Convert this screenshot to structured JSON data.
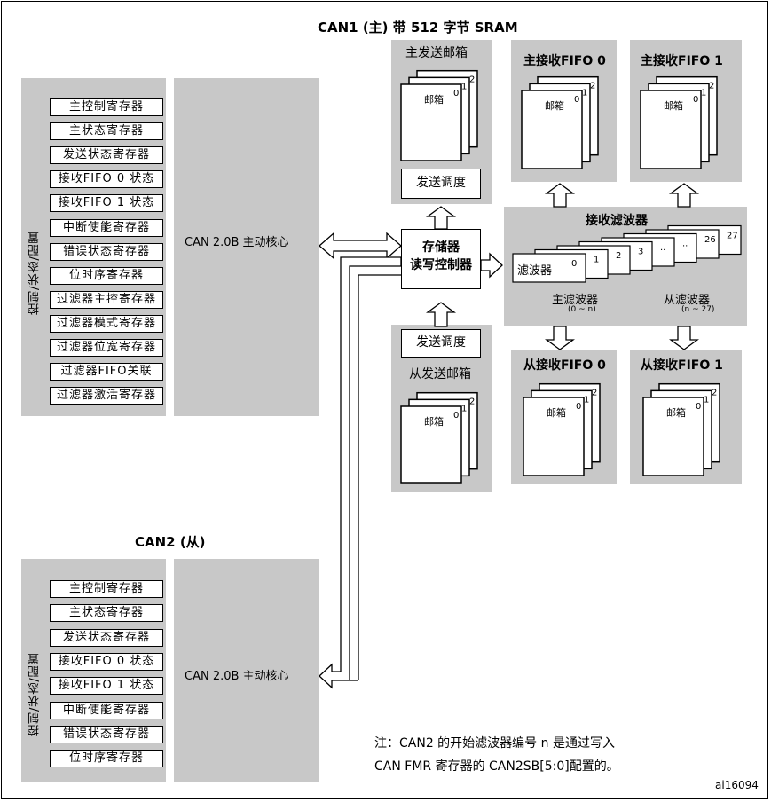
{
  "can1": {
    "title": "CAN1 (主) 带 512 字节 SRAM",
    "ctrl_label": "控制/状态/配置",
    "core": "CAN 2.0B  主动核心",
    "registers": [
      "主控制寄存器",
      "主状态寄存器",
      "发送状态寄存器",
      "接收FIFO 0 状态",
      "接收FIFO 1 状态",
      "中断使能寄存器",
      "错误状态寄存器",
      "位时序寄存器",
      "过滤器主控寄存器",
      "过滤器模式寄存器",
      "过滤器位宽寄存器",
      "过滤器FIFO关联",
      "过滤器激活寄存器"
    ]
  },
  "can2": {
    "title": "CAN2 (从)",
    "ctrl_label": "控制/状态/配置",
    "core": "CAN 2.0B  主动核心",
    "registers": [
      "主控制寄存器",
      "主状态寄存器",
      "发送状态寄存器",
      "接收FIFO 0 状态",
      "接收FIFO 1 状态",
      "中断使能寄存器",
      "错误状态寄存器",
      "位时序寄存器"
    ]
  },
  "master_tx": {
    "title": "主发送邮箱",
    "mailbox": "邮箱",
    "nums": [
      "0",
      "1",
      "2"
    ],
    "scheduler": "发送调度"
  },
  "slave_tx": {
    "title": "从发送邮箱",
    "mailbox": "邮箱",
    "nums": [
      "0",
      "1",
      "2"
    ],
    "scheduler": "发送调度"
  },
  "controller": {
    "line1": "存储器",
    "line2": "读写控制器"
  },
  "rx_filter": {
    "title": "接收滤波器",
    "filter_label": "滤波器",
    "nums": [
      "0",
      "1",
      "2",
      "3",
      "..",
      "..",
      "26",
      "27"
    ],
    "master_label": "主滤波器",
    "master_range": "(0 ~ n)",
    "slave_label": "从滤波器",
    "slave_range": "(n ~ 27)"
  },
  "fifos": [
    {
      "title": "主接收FIFO 0",
      "mailbox": "邮箱",
      "nums": [
        "0",
        "1",
        "2"
      ]
    },
    {
      "title": "主接收FIFO 1",
      "mailbox": "邮箱",
      "nums": [
        "0",
        "1",
        "2"
      ]
    },
    {
      "title": "从接收FIFO 0",
      "mailbox": "邮箱",
      "nums": [
        "0",
        "1",
        "2"
      ]
    },
    {
      "title": "从接收FIFO 1",
      "mailbox": "邮箱",
      "nums": [
        "0",
        "1",
        "2"
      ]
    }
  ],
  "note": {
    "line1": "注：CAN2 的开始滤波器编号 n 是通过写入",
    "line2": "CAN  FMR 寄存器的 CAN2SB[5:0]配置的。"
  },
  "figure_id": "ai16094",
  "colors": {
    "block": "#c8c8c8",
    "line": "#000000",
    "background": "#ffffff"
  }
}
